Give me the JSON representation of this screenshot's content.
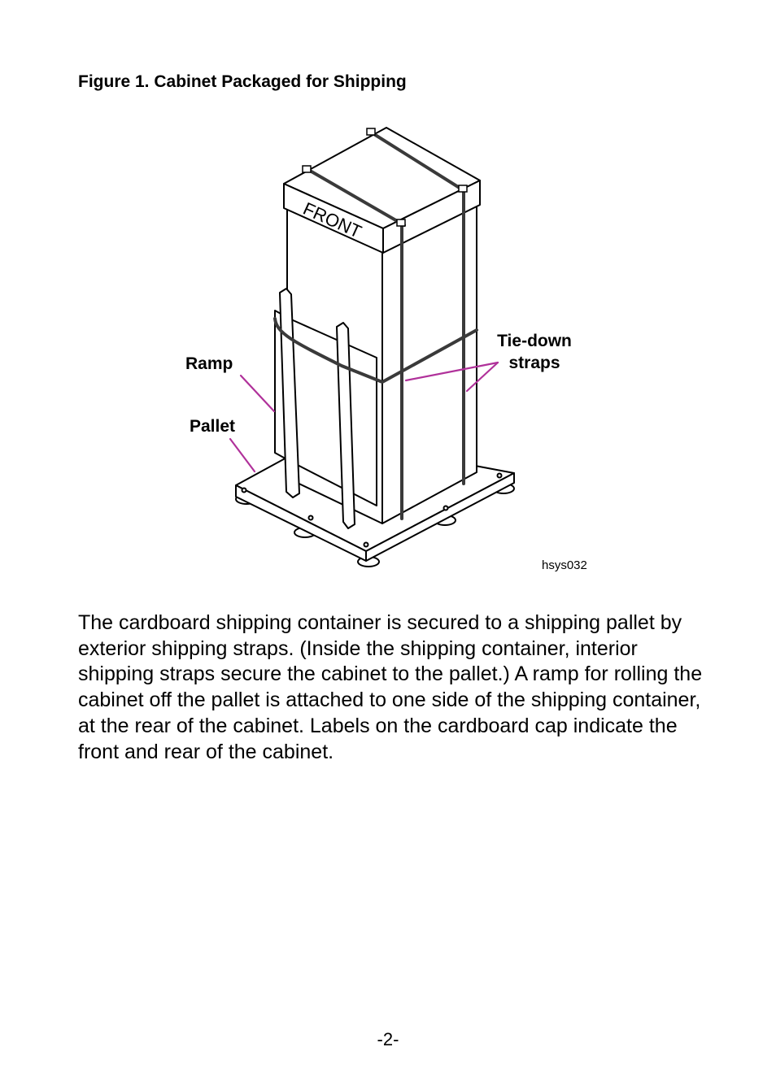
{
  "figure": {
    "caption": "Figure 1. Cabinet Packaged for Shipping",
    "labels": {
      "ramp": "Ramp",
      "pallet": "Pallet",
      "straps_line1": "Tie-down",
      "straps_line2": "straps",
      "front": "FRONT"
    },
    "image_code": "hsys032",
    "colors": {
      "callout_line": "#b0319a",
      "strap": "#3a3a3a",
      "outline": "#000000",
      "fill": "#ffffff"
    }
  },
  "body": {
    "paragraph": "The cardboard shipping container is secured to a shipping pallet by exterior shipping straps. (Inside the shipping container, interior shipping straps secure the cabinet to the pallet.) A ramp for rolling the cabinet off the pallet is attached to one side of the shipping container, at the rear of the cabinet. Labels on the cardboard cap indicate the front and rear of the cabinet."
  },
  "footer": {
    "page_number": "-2-"
  }
}
